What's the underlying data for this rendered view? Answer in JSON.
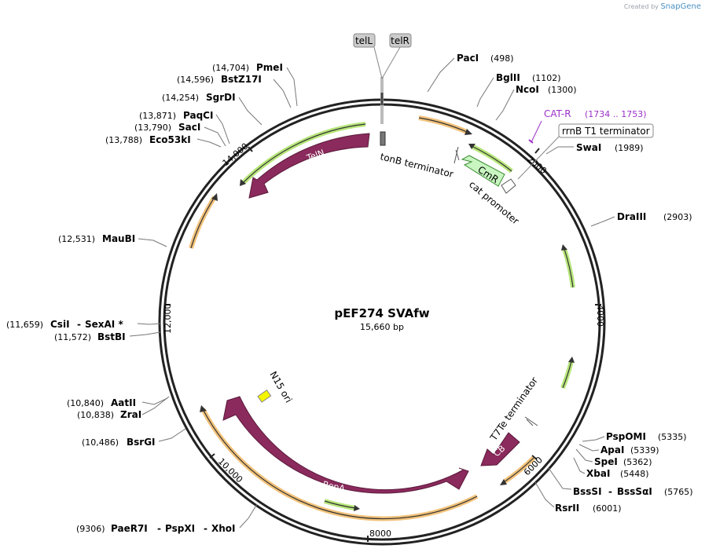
{
  "credit": {
    "prefix": "Created by",
    "brand": "SnapGene"
  },
  "plasmid": {
    "name": "pEF274 SVAfw",
    "length_label": "15,660 bp"
  },
  "ticks": {
    "t2000": "2000",
    "t4000": "4000",
    "t6000": "6000",
    "t8000": "8000",
    "t10000": "10,000",
    "t12000": "12,000",
    "t14000": "14,000"
  },
  "telomere_tags": {
    "left": "telL",
    "right": "telR"
  },
  "primer": {
    "name": "CAT-R",
    "range": "(1734 .. 1753)",
    "color": "#9b30c8"
  },
  "terminator_box": "rrnB T1 terminator",
  "features": {
    "teln": "TelN",
    "cmr": "CmR",
    "repa": "RepA",
    "cb": "CB",
    "tonb": "tonB terminator",
    "cat_promoter": "cat promoter",
    "t7te": "T7Te terminator",
    "n15": "N15 ori"
  },
  "colors": {
    "arrow_purple": "#8b2a5c",
    "cmr_green": "#c8f5c0",
    "highlight_orange": "#f2c27a",
    "highlight_green": "#b7e67a",
    "n15_yellow": "#f5f500"
  },
  "enzymes": [
    {
      "pos": "(498)",
      "name": "PacI"
    },
    {
      "pos": "(1102)",
      "name": "BglII"
    },
    {
      "pos": "(1300)",
      "name": "NcoI"
    },
    {
      "pos": "(1989)",
      "name": "SwaI"
    },
    {
      "pos": "(2903)",
      "name": "DraIII"
    },
    {
      "pos": "(5335)",
      "name": "PspOMI"
    },
    {
      "pos": "(5339)",
      "name": "ApaI"
    },
    {
      "pos": "(5362)",
      "name": "SpeI"
    },
    {
      "pos": "(5448)",
      "name": "XbaI"
    },
    {
      "pos": "(5765)",
      "name": "BssSI",
      "alias": "BssSαI"
    },
    {
      "pos": "(6001)",
      "name": "RsrII"
    },
    {
      "pos": "(9306)",
      "name": "PaeR7I",
      "alias": "PspXI",
      "alias2": "XhoI"
    },
    {
      "pos": "(10,486)",
      "name": "BsrGI"
    },
    {
      "pos": "(10,838)",
      "name": "ZraI"
    },
    {
      "pos": "(10,840)",
      "name": "AatII"
    },
    {
      "pos": "(11,572)",
      "name": "BstBI"
    },
    {
      "pos": "(11,659)",
      "name": "CsiI",
      "alias": "SexAI *"
    },
    {
      "pos": "(12,531)",
      "name": "MauBI"
    },
    {
      "pos": "(13,788)",
      "name": "Eco53kI"
    },
    {
      "pos": "(13,790)",
      "name": "SacI"
    },
    {
      "pos": "(13,871)",
      "name": "PaqCI"
    },
    {
      "pos": "(14,254)",
      "name": "SgrDI"
    },
    {
      "pos": "(14,596)",
      "name": "BstZ17I"
    },
    {
      "pos": "(14,704)",
      "name": "PmeI"
    }
  ]
}
